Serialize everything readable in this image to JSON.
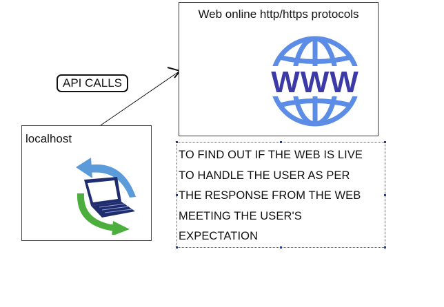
{
  "web": {
    "title": "Web online http/https protocols",
    "logo_text": "WWW",
    "icon": "www-globe-icon"
  },
  "api": {
    "label": "API CALLS"
  },
  "localhost": {
    "title": "localhost",
    "icon": "laptop-sync-icon"
  },
  "description": {
    "lines": [
      "TO FIND OUT IF THE WEB IS LIVE",
      "TO HANDLE THE USER AS PER",
      "THE RESPONSE FROM THE WEB",
      "MEETING THE USER'S",
      "EXPECTATION"
    ]
  },
  "colors": {
    "globe_blue": "#5b8ce6",
    "www_text": "#3b3aa6",
    "arrow_blue": "#5b9bd9",
    "arrow_green": "#4caf3d",
    "laptop_navy": "#1f2c6e"
  }
}
